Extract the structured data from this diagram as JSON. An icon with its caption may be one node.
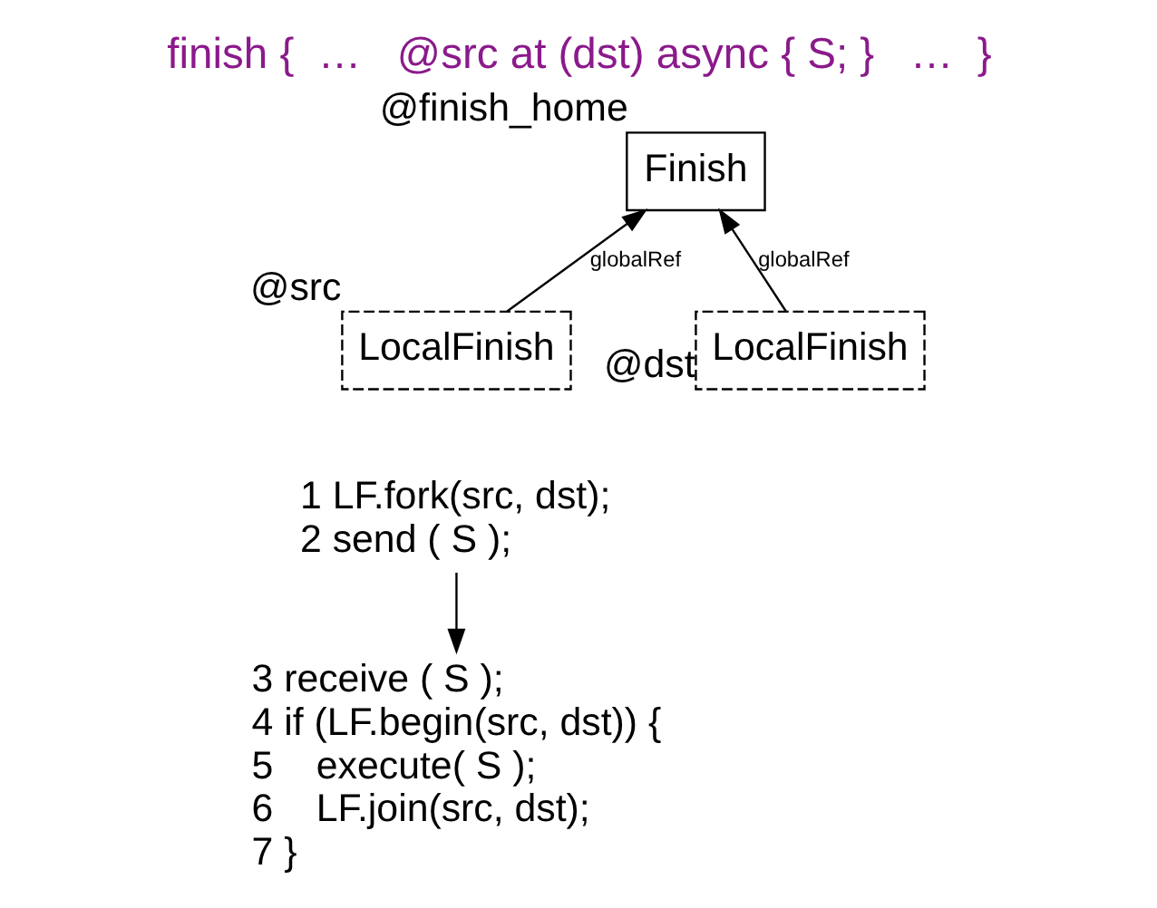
{
  "diagram": {
    "title": "finish {  …   @src at (dst) async { S; }   …  }",
    "nodes": [
      {
        "text": [
          "Finish"
        ],
        "beside": [
          "@finish_home"
        ]
      },
      {
        "text": [
          "LocalFinish"
        ],
        "beside": [
          "@src"
        ]
      },
      {
        "text": [
          "LocalFinish"
        ],
        "beside": [
          "@dst"
        ]
      },
      {
        "text": [
          "1 LF.fork(src, dst);",
          "2 send ( S );"
        ]
      },
      {
        "text": [
          "3 receive ( S );",
          "4 if (LF.begin(src, dst)) {",
          "5    execute( S );",
          "6    LF.join(src, dst);",
          "7 }"
        ]
      }
    ],
    "edges": [
      {
        "from": 1,
        "to": 0,
        "arrow": "to",
        "label": "globalRef"
      },
      {
        "from": 2,
        "to": 0,
        "arrow": "to",
        "label": "globalRef"
      },
      {
        "from": 3,
        "to": 4,
        "arrow": "to"
      }
    ]
  }
}
